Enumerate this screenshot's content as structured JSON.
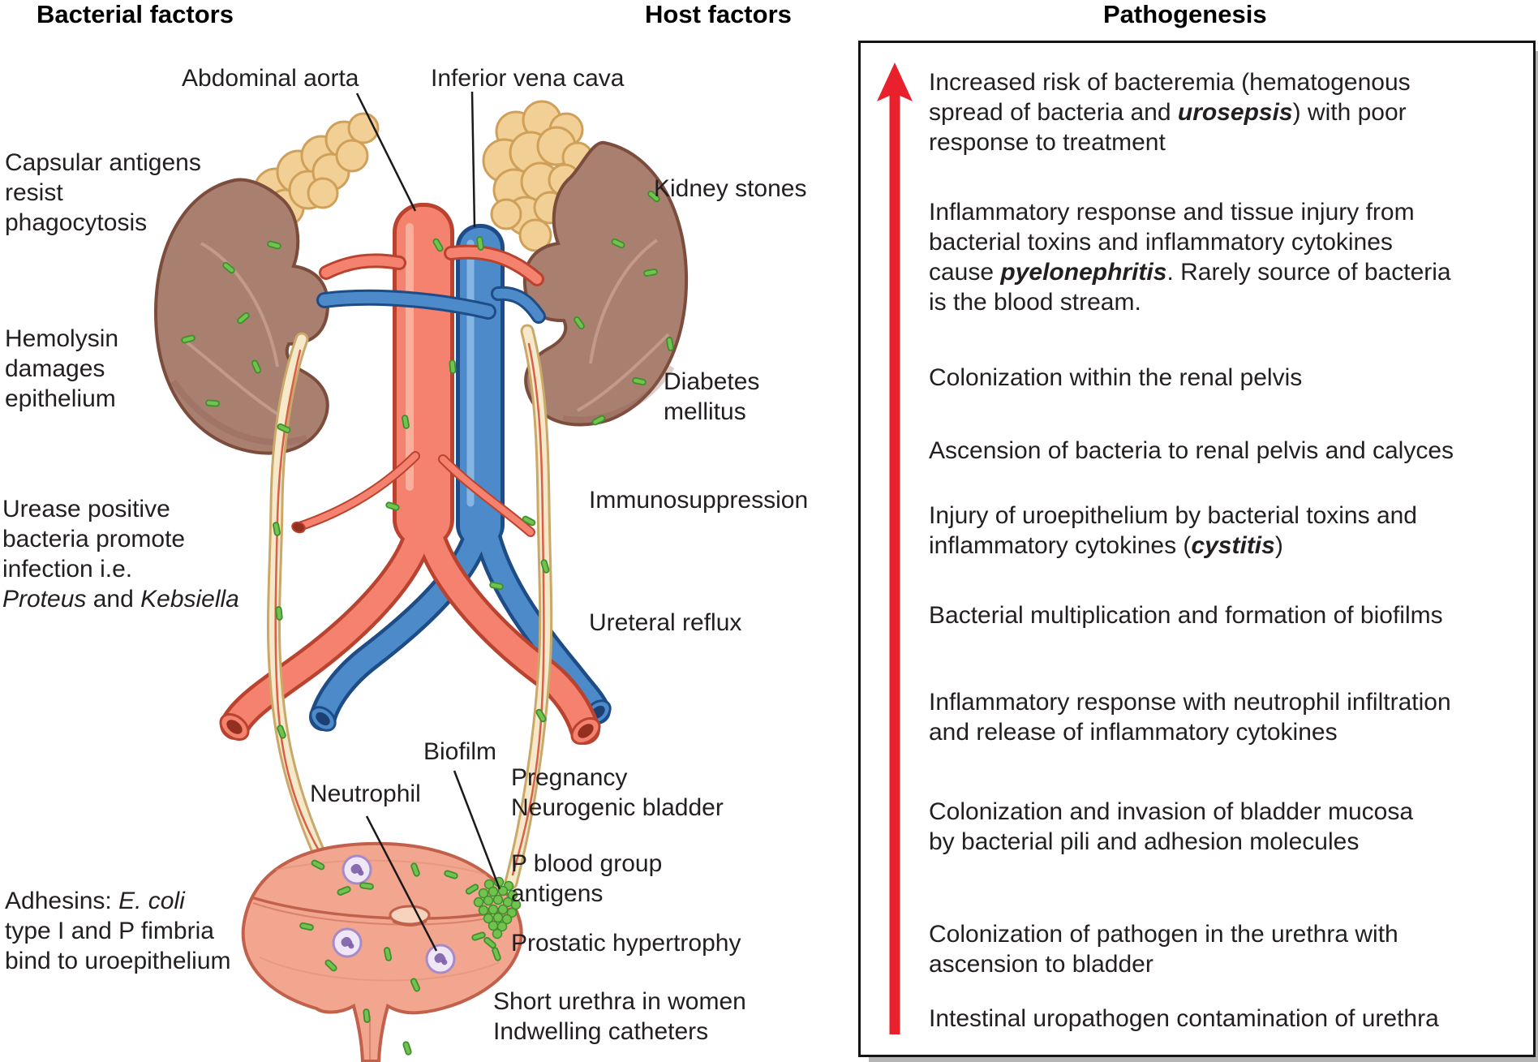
{
  "headers": {
    "bacterial": "Bacterial factors",
    "host": "Host factors",
    "pathogenesis": "Pathogenesis"
  },
  "bacterial_factors": {
    "capsular": "Capsular antigens\nresist\nphagocytosis",
    "hemolysin": "Hemolysin\ndamages\nepithelium",
    "urease": [
      {
        "t": "Urease positive\nbacteria promote\ninfection i.e.\n"
      },
      {
        "t": "Proteus",
        "s": "i"
      },
      {
        "t": " and "
      },
      {
        "t": "Kebsiella",
        "s": "i"
      }
    ],
    "adhesins": [
      {
        "t": "Adhesins: "
      },
      {
        "t": "E. coli",
        "s": "i"
      },
      {
        "t": "\ntype I and P fimbria\nbind to uroepithelium"
      }
    ]
  },
  "anatomy_labels": {
    "abdominal_aorta": "Abdominal aorta",
    "inferior_vena_cava": "Inferior vena cava",
    "biofilm": "Biofilm",
    "neutrophil": "Neutrophil"
  },
  "host_factors": {
    "kidney_stones": "Kidney stones",
    "diabetes_mellitus": "Diabetes\nmellitus",
    "immunosuppression": "Immunosuppression",
    "ureteral_reflux": "Ureteral reflux",
    "pregnancy_neurogenic": "Pregnancy\nNeurogenic bladder",
    "p_blood_group": "P blood group\nantigens",
    "prostatic_hypertrophy": "Prostatic hypertrophy",
    "short_urethra": "Short urethra in women\nIndwelling catheters"
  },
  "pathogenesis": {
    "steps": [
      [
        {
          "t": "Increased risk of bacteremia (hematogenous\nspread of bacteria and "
        },
        {
          "t": "urosepsis",
          "s": "bi"
        },
        {
          "t": ") with poor\nresponse to treatment"
        }
      ],
      [
        {
          "t": "Inflammatory response and tissue injury from\nbacterial toxins and inflammatory cytokines\ncause "
        },
        {
          "t": "pyelonephritis",
          "s": "bi"
        },
        {
          "t": ". Rarely source of bacteria\nis the blood stream."
        }
      ],
      "Colonization within the renal pelvis",
      "Ascension of bacteria to renal pelvis and calyces",
      [
        {
          "t": "Injury of uroepithelium by bacterial toxins and\ninflammatory cytokines ("
        },
        {
          "t": "cystitis",
          "s": "bi"
        },
        {
          "t": ")"
        }
      ],
      "Bacterial multiplication and formation of biofilms",
      "Inflammatory response with neutrophil infiltration\nand release of inflammatory cytokines",
      "Colonization and invasion of bladder mucosa\nby bacterial pili and adhesion molecules",
      "Colonization of pathogen in the urethra with\nascension to bladder",
      "Intestinal uropathogen contamination of urethra"
    ]
  },
  "colors": {
    "ink": "#231F20",
    "arrow-red": "#E8212D",
    "box-shadow": "#B5B5B5",
    "artery": "#F4826F",
    "artery-dark": "#B9432F",
    "artery-deep": "#93301F",
    "vein": "#4D8AC9",
    "vein-dark": "#1E4C86",
    "vein-deep": "#1C3F74",
    "kidney": "#A97F70",
    "kidney-dark": "#7C4C3C",
    "adrenal": "#F2D095",
    "adrenal-dark": "#CFA05A",
    "ureter": "#F5E9C9",
    "ureter-dark": "#C9A86A",
    "bladder": "#F2A58F",
    "bladder-dark": "#C2614B",
    "bacteria": "#72C24E",
    "bacteria-dark": "#3F8F2F",
    "neutrophil": "#EFE7F7",
    "neutrophil-dark": "#A58BC8",
    "neutrophil-nucleus": "#7B5EA7"
  }
}
